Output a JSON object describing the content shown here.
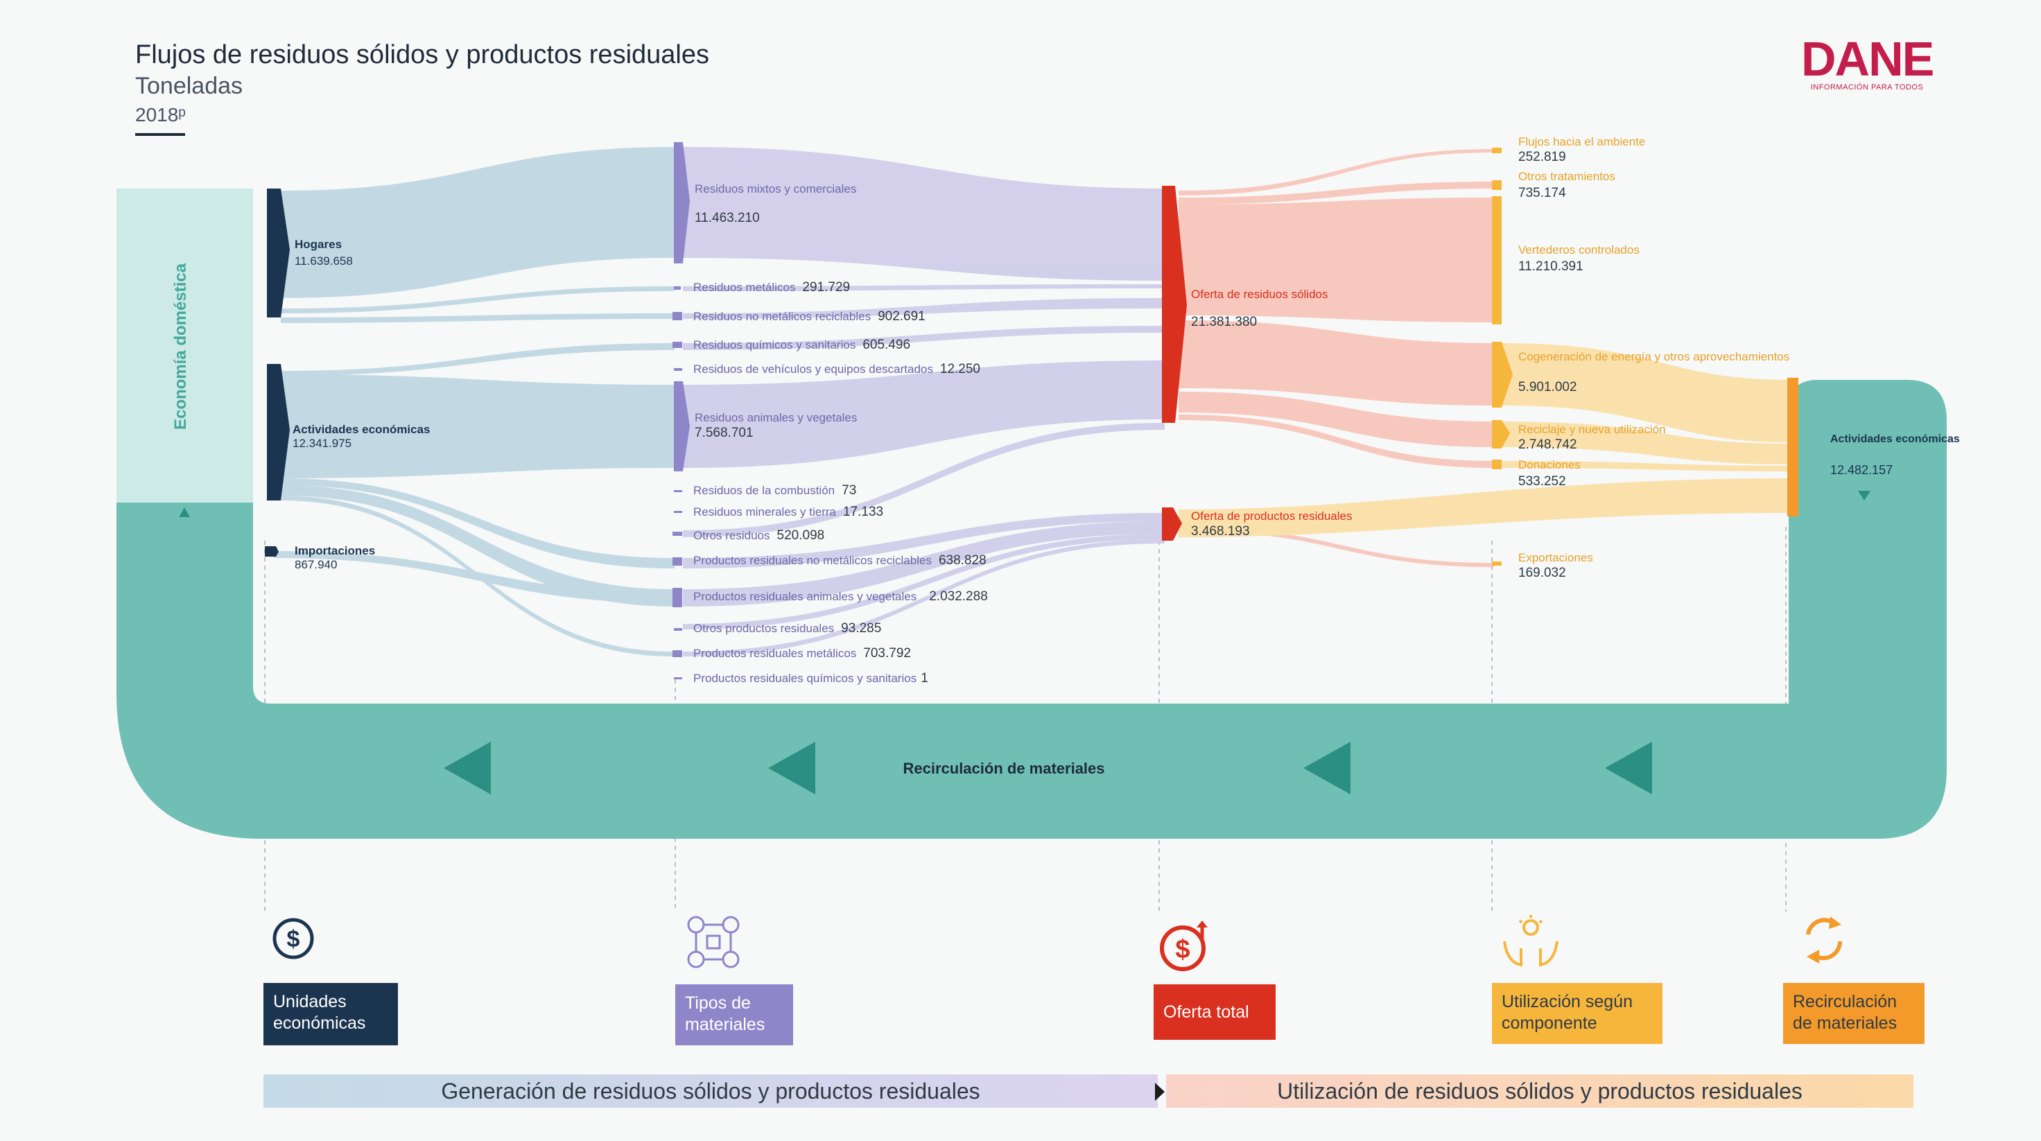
{
  "header": {
    "title": "Flujos de residuos sólidos y productos residuales",
    "subtitle": "Toneladas",
    "year": "2018ᵖ"
  },
  "logo": {
    "name": "DANE",
    "tagline": "INFORMACIÓN PARA TODOS"
  },
  "diagram": {
    "domestic_economy_label": "Economía doméstica",
    "recirculation_label": "Recirculación de materiales",
    "sources": [
      {
        "label": "Hogares",
        "value": "11.639.658"
      },
      {
        "label": "Actividades económicas",
        "value": "12.341.975"
      },
      {
        "label": "Importaciones",
        "value": "867.940"
      }
    ],
    "materials": [
      {
        "label": "Residuos mixtos y comerciales",
        "value": "11.463.210"
      },
      {
        "label": "Residuos metálicos",
        "value": "291.729"
      },
      {
        "label": "Residuos no metálicos reciclables",
        "value": "902.691"
      },
      {
        "label": "Residuos químicos y sanitarios",
        "value": "605.496"
      },
      {
        "label": "Residuos de vehículos y equipos descartados",
        "value": "12.250"
      },
      {
        "label": "Residuos animales y vegetales",
        "value": "7.568.701"
      },
      {
        "label": "Residuos de la combustión",
        "value": "73"
      },
      {
        "label": "Residuos minerales y tierra",
        "value": "17.133"
      },
      {
        "label": "Otros residuos",
        "value": "520.098"
      },
      {
        "label": "Productos residuales no metálicos reciclables",
        "value": "638.828"
      },
      {
        "label": "Productos residuales animales y vegetales",
        "value": "2.032.288"
      },
      {
        "label": "Otros productos residuales",
        "value": "93.285"
      },
      {
        "label": "Productos residuales metálicos",
        "value": "703.792"
      },
      {
        "label": "Productos residuales químicos y sanitarios",
        "value": "1"
      }
    ],
    "supply": [
      {
        "label": "Oferta de residuos sólidos",
        "value": "21.381.380"
      },
      {
        "label": "Oferta de productos residuales",
        "value": "3.468.193"
      }
    ],
    "uses": [
      {
        "label": "Flujos hacia el ambiente",
        "value": "252.819"
      },
      {
        "label": "Otros tratamientos",
        "value": "735.174"
      },
      {
        "label": "Vertederos controlados",
        "value": "11.210.391"
      },
      {
        "label": "Cogeneración de energía y otros aprovechamientos",
        "value": "5.901.002"
      },
      {
        "label": "Reciclaje y nueva utilización",
        "value": "2.748.742"
      },
      {
        "label": "Donaciones",
        "value": "533.252"
      },
      {
        "label": "Exportaciones",
        "value": "169.032"
      }
    ],
    "recirculation_target": {
      "label": "Actividades económicas",
      "value": "12.482.157"
    }
  },
  "categories": [
    {
      "label": "Unidades económicas",
      "color": "#1b3550",
      "icon": "dollar-coin-icon"
    },
    {
      "label": "Tipos de materiales",
      "color": "#8e86c9",
      "icon": "materials-network-icon"
    },
    {
      "label": "Oferta total",
      "color": "#d9301f",
      "icon": "money-supply-icon"
    },
    {
      "label": "Utilización según componente",
      "color": "#f6b63c",
      "icon": "hands-lightbulb-icon"
    },
    {
      "label": "Recirculación de materiales",
      "color": "#f39a2a",
      "icon": "recycle-icon"
    }
  ],
  "footer": {
    "generation_label": "Generación de residuos sólidos y productos residuales",
    "utilization_label": "Utilización de residuos sólidos y productos residuales"
  },
  "colors": {
    "teal": "#6fbfb5",
    "navy": "#1b3550",
    "purple": "#8e86c9",
    "red": "#d9301f",
    "yellow": "#f6b63c",
    "orange": "#f39a2a",
    "dane_red": "#c21d4b"
  }
}
